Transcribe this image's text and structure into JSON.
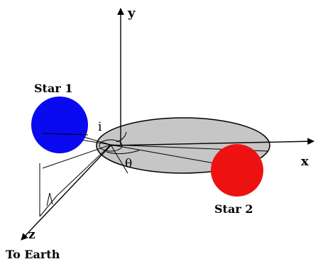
{
  "diagram": {
    "axis_labels": {
      "x": "x",
      "y": "y",
      "z": "z"
    },
    "angle_labels": {
      "inclination": "i",
      "theta": "θ"
    },
    "body_labels": {
      "star1": "Star 1",
      "star2": "Star 2"
    },
    "direction_label": "To Earth",
    "colors": {
      "star1": "#0a0af0",
      "star2": "#ee1111",
      "orbital_plane": "#c6c6c6",
      "lines": "#000000",
      "background": "#ffffff"
    }
  }
}
